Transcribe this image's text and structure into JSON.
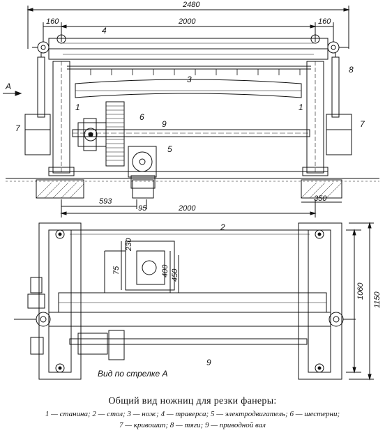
{
  "caption": {
    "title": "Общий вид ножниц для резки фанеры:",
    "legend_line1": "1 — станина;  2 — стол;  3 — нож;  4 — траверса;  5 — электродвигатель;  6 — шестерни;",
    "legend_line2": "7 — кривошип;  8 — тяги;  9 — приводной вал"
  },
  "top_view": {
    "dim_overall": "2480",
    "dim_left": "160",
    "dim_center": "2000",
    "dim_right": "160",
    "dim_bottom_center": "2000",
    "dim_593": "593",
    "dim_95": "95",
    "dim_350": "350",
    "arrow_label": "А",
    "labels": [
      "1",
      "1",
      "3",
      "4",
      "5",
      "6",
      "7",
      "7",
      "8",
      "9"
    ]
  },
  "bottom_view": {
    "dim_1060": "1060",
    "dim_1150": "1150",
    "dim_230": "230",
    "dim_75": "75",
    "dim_400": "400",
    "dim_450": "450",
    "labels": [
      "2",
      "9"
    ],
    "view_text": "Вид по стрелке А"
  }
}
